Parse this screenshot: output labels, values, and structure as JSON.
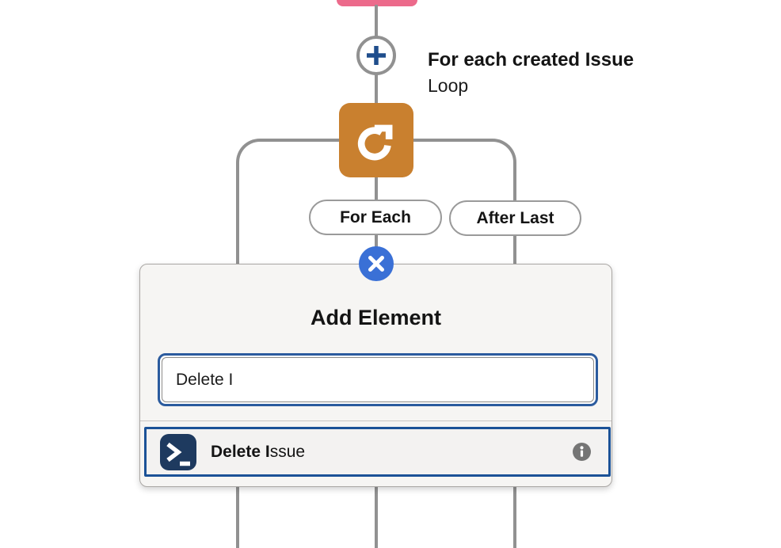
{
  "colors": {
    "pink": "#ec6a8b",
    "orange": "#c9802f",
    "connector": "#919191",
    "plusblue": "#1f4d8c",
    "closeblue": "#3a70d6",
    "panelbg": "#f6f5f3",
    "panelborder": "#aaa7a4",
    "focusring": "#2b5b9e",
    "rowborder": "#1b5297",
    "rowbg": "#f3f2f1",
    "navy": "#1e3a5f",
    "infogray": "#757575",
    "ink": "#141414"
  },
  "canvas": {
    "loop_node": {
      "title": "For each created Issue",
      "type": "Loop"
    },
    "branches": [
      {
        "label": "For Each"
      },
      {
        "label": "After Last"
      }
    ]
  },
  "popup": {
    "title": "Add Element",
    "search": {
      "value": "Delete I"
    },
    "results": [
      {
        "match": "Delete I",
        "rest": "ssue"
      }
    ]
  },
  "icons": {
    "plus-icon": "+",
    "loop-icon": "↻",
    "close-icon": "✕",
    "terminal-icon": ">_",
    "info-icon": "i"
  }
}
